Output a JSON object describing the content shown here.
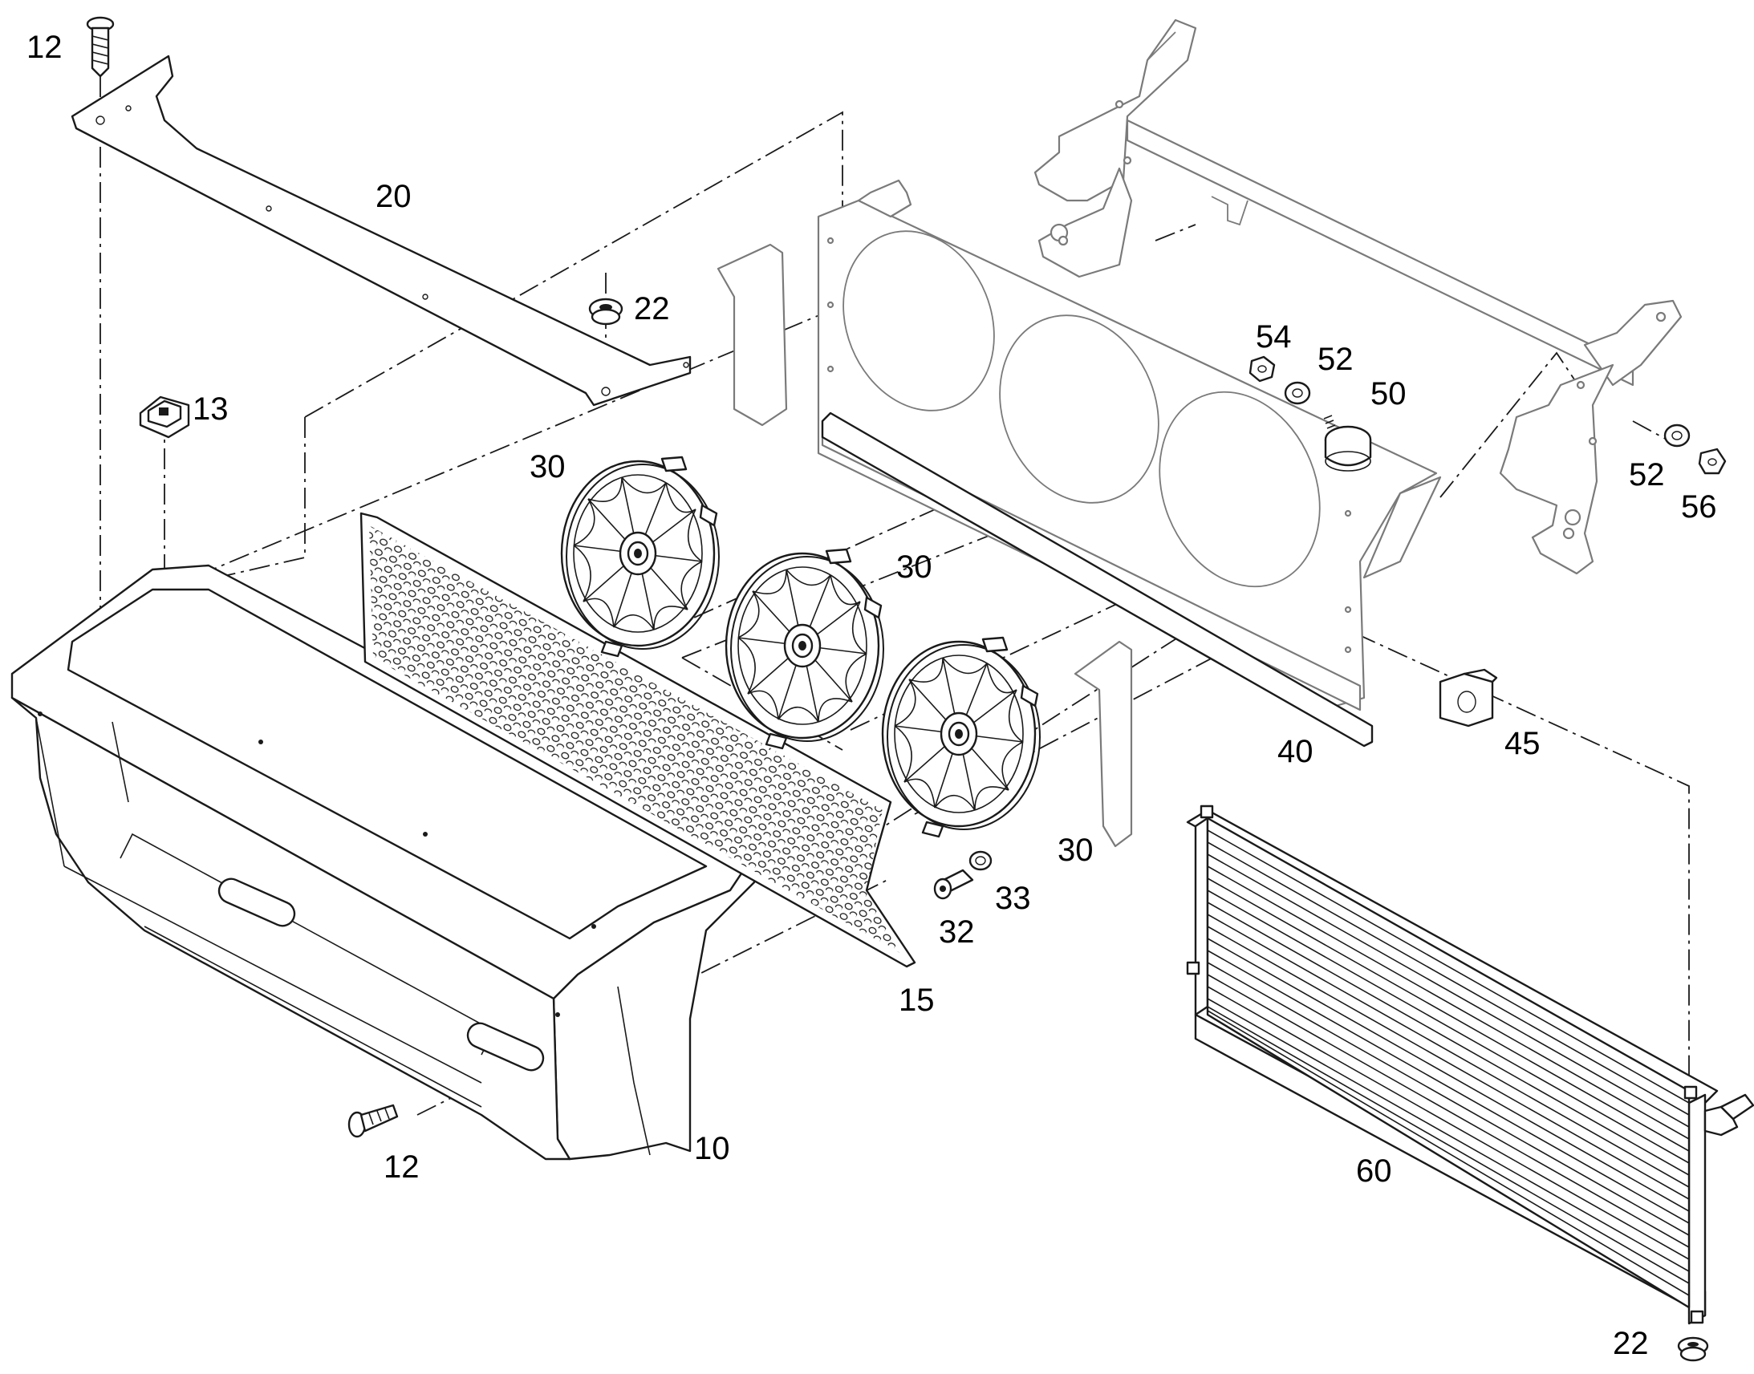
{
  "callouts": [
    {
      "id": "12a",
      "text": "12"
    },
    {
      "id": "20",
      "text": "20"
    },
    {
      "id": "22a",
      "text": "22"
    },
    {
      "id": "13",
      "text": "13"
    },
    {
      "id": "30a",
      "text": "30"
    },
    {
      "id": "30b",
      "text": "30"
    },
    {
      "id": "30c",
      "text": "30"
    },
    {
      "id": "54",
      "text": "54"
    },
    {
      "id": "52a",
      "text": "52"
    },
    {
      "id": "50",
      "text": "50"
    },
    {
      "id": "52b",
      "text": "52"
    },
    {
      "id": "56",
      "text": "56"
    },
    {
      "id": "40",
      "text": "40"
    },
    {
      "id": "45",
      "text": "45"
    },
    {
      "id": "33",
      "text": "33"
    },
    {
      "id": "32",
      "text": "32"
    },
    {
      "id": "15",
      "text": "15"
    },
    {
      "id": "10",
      "text": "10"
    },
    {
      "id": "12b",
      "text": "12"
    },
    {
      "id": "60",
      "text": "60"
    },
    {
      "id": "22b",
      "text": "22"
    }
  ]
}
